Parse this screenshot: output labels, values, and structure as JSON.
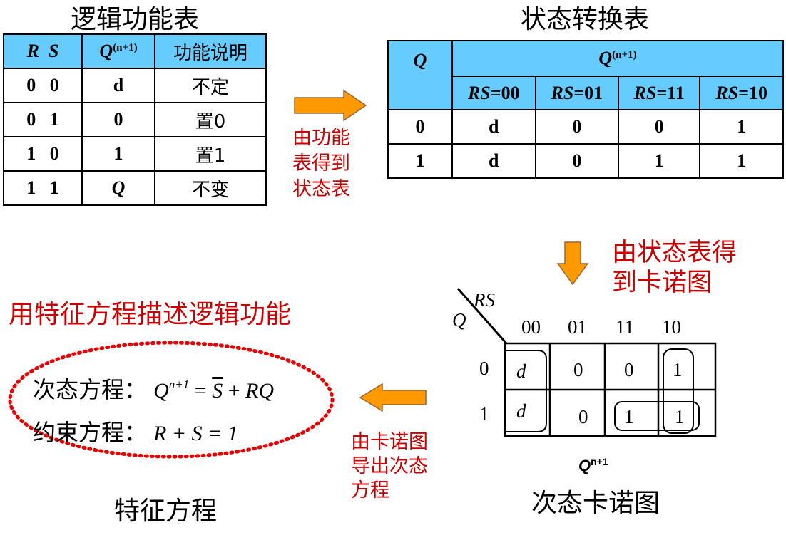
{
  "logic_table": {
    "title": "逻辑功能表",
    "header": {
      "r": "R",
      "s": "S",
      "q": "Q",
      "q_sup": "(n+1)",
      "desc": "功能说明"
    },
    "rows": [
      {
        "rs": "0   0",
        "q": "d",
        "desc": "不定"
      },
      {
        "rs": "0   1",
        "q": "0",
        "desc": "置0"
      },
      {
        "rs": "1   0",
        "q": "1",
        "desc": "置1"
      },
      {
        "rs": "1   1",
        "q": "Q",
        "desc": "不变"
      }
    ]
  },
  "arrow1_text": [
    "由功能",
    "表得到",
    "状态表"
  ],
  "state_table": {
    "title": "状态转换表",
    "q_header": "Q",
    "qn_header": "Q",
    "qn_sup": "(n+1)",
    "cols": [
      {
        "var": "RS",
        "val": "=00"
      },
      {
        "var": "RS",
        "val": "=01"
      },
      {
        "var": "RS",
        "val": "=11"
      },
      {
        "var": "RS",
        "val": "=10"
      }
    ],
    "rows": [
      {
        "q": "0",
        "cells": [
          "d",
          "0",
          "0",
          "1"
        ]
      },
      {
        "q": "1",
        "cells": [
          "d",
          "0",
          "1",
          "1"
        ]
      }
    ]
  },
  "arrow2_text": [
    "由状态表得",
    "到卡诺图"
  ],
  "kmap": {
    "corner_col": "RS",
    "corner_row": "Q",
    "col_labels": [
      "00",
      "01",
      "11",
      "10"
    ],
    "row_labels": [
      "0",
      "1"
    ],
    "cells": [
      [
        "d",
        "0",
        "0",
        "1"
      ],
      [
        "d",
        "0",
        "1",
        "1"
      ]
    ],
    "label_q": "Q",
    "label_sup": "n+1",
    "caption": "次态卡诺图"
  },
  "arrow3_text": [
    "由卡诺图",
    "导出次态",
    "方程"
  ],
  "char_eq": {
    "heading": "用特征方程描述逻辑功能",
    "next_state_label": "次态方程：",
    "next_state_eq": {
      "lhs": "Q",
      "sup": "n+1",
      "eq": " = ",
      "s": "S",
      "plus": " + ",
      "rq": "RQ"
    },
    "constraint_label": "约束方程：",
    "constraint_eq": "R + S = 1",
    "caption": "特征方程"
  },
  "colors": {
    "header_blue": "#66ccff",
    "arrow_orange": "#ff9900",
    "accent_red": "#cc0000"
  }
}
